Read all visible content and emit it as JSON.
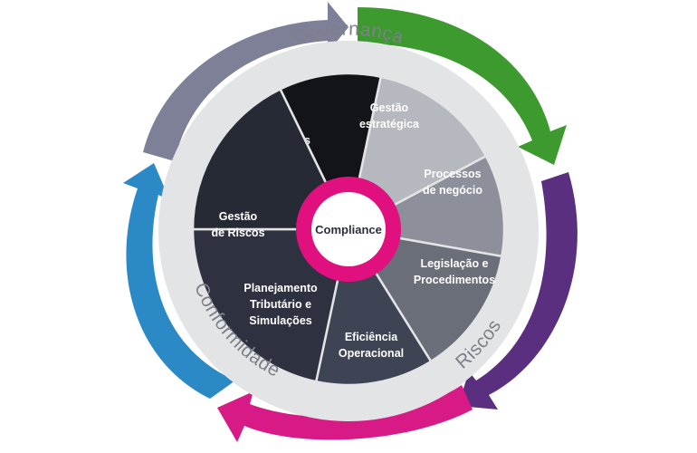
{
  "center": {
    "label": "Compliance"
  },
  "ring_labels": {
    "governanca": "Governança",
    "conformidade": "Conformidade",
    "riscos": "Riscos"
  },
  "segments": [
    {
      "lines": [
        "Auditorias"
      ],
      "color": "#121419"
    },
    {
      "lines": [
        "Gestão",
        "estratégica"
      ],
      "color": "#b6b8bf"
    },
    {
      "lines": [
        "Processos",
        "de negócio"
      ],
      "color": "#8d909a"
    },
    {
      "lines": [
        "Legislação e",
        "Procedimentos"
      ],
      "color": "#6a6e79"
    },
    {
      "lines": [
        "Eficiência",
        "Operacional"
      ],
      "color": "#3f4454"
    },
    {
      "lines": [
        "Planejamento",
        "Tributário e",
        "Simulações"
      ],
      "color": "#2e3240"
    },
    {
      "lines": [
        "Gestão",
        "de Riscos"
      ],
      "color": "#262a35"
    }
  ],
  "colors": {
    "ring": "#e3e4e6",
    "center_ring": "#e0107f",
    "arrow_governanca": "#7d8097",
    "arrow_green": "#3c9a2e",
    "arrow_purple": "#5a2f80",
    "arrow_pink": "#d81a86",
    "arrow_blue": "#2b89c6"
  }
}
